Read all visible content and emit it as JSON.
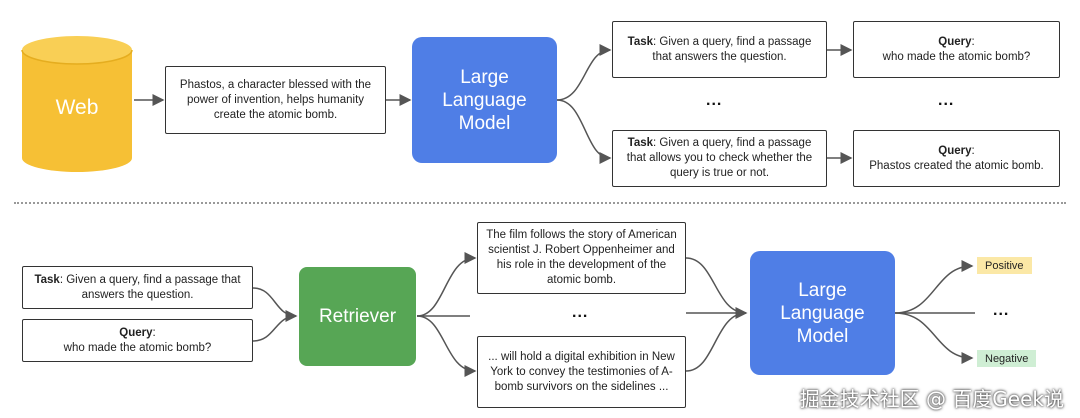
{
  "top": {
    "web_label": "Web",
    "passage": "Phastos, a character blessed with the power of invention, helps humanity create the atomic bomb.",
    "llm_label": "Large Language Model",
    "task1_bold": "Task",
    "task1_text": ": Given a query, find a passage that answers the question.",
    "task2_bold": "Task",
    "task2_text": ": Given a query, find a passage that allows you to check whether the query is true or not.",
    "query1_bold": "Query",
    "query1_text": "who made the atomic bomb?",
    "query2_bold": "Query",
    "query2_text": "Phastos created the atomic bomb.",
    "dots_a": "...",
    "dots_b": "..."
  },
  "bottom": {
    "task_bold": "Task",
    "task_text": ": Given a query, find a passage that answers the question.",
    "query_bold": "Query",
    "query_text": "who made the atomic bomb?",
    "retriever_label": "Retriever",
    "passage1": "The film follows the story of American scientist J. Robert Oppenheimer and his role in the development of the atomic bomb.",
    "passage2": "... will hold a digital exhibition in New York to convey the testimonies of A-bomb survivors on the sidelines ...",
    "dots_mid": "...",
    "llm_label": "Large Language Model",
    "positive": "Positive",
    "negative": "Negative",
    "dots_right": "..."
  },
  "watermark": "掘金技术社区 @ 百度Geek说",
  "colors": {
    "web": "#f6c035",
    "llm": "#4f7ee6",
    "retriever": "#57a655",
    "positive_bg": "#fbe8a6",
    "negative_bg": "#cfeed4"
  }
}
